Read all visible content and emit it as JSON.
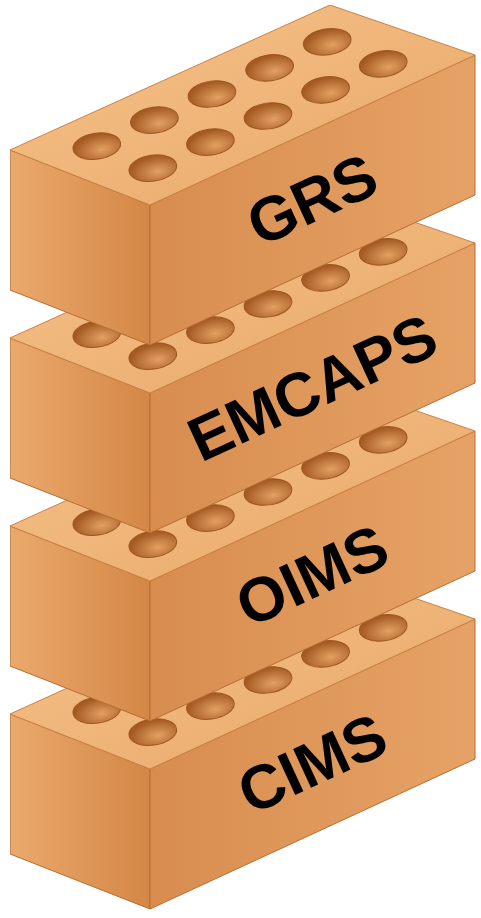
{
  "diagram": {
    "nodes": [
      {
        "text": [
          "GRS"
        ]
      },
      {
        "text": [
          "EMCAPS"
        ]
      },
      {
        "text": [
          "OIMS"
        ]
      },
      {
        "text": [
          "CIMS"
        ]
      }
    ]
  }
}
